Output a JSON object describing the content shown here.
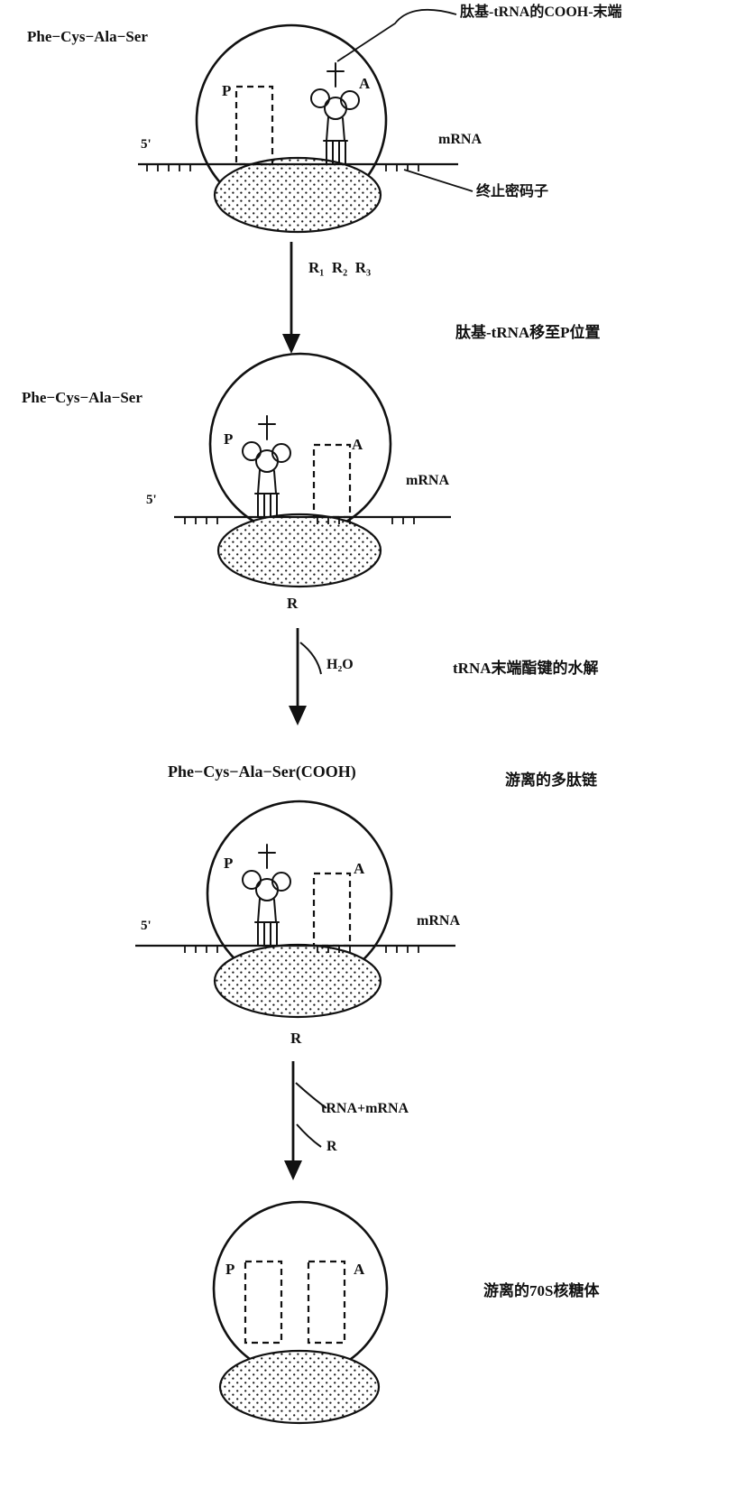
{
  "colors": {
    "ink": "#111111",
    "background": "#ffffff"
  },
  "stages": {
    "s1": {
      "peptide": "Phe−Cys−Ala−Ser",
      "cooh_label": "肽基-tRNA的COOH-末端",
      "p": "P",
      "a": "A",
      "five_prime": "5'",
      "mrna": "mRNA",
      "stop_codon": "终止密码子"
    },
    "step1": {
      "factors": "R₁  R₂  R₃",
      "caption": "肽基-tRNA移至P位置"
    },
    "s2": {
      "peptide": "Phe−Cys−Ala−Ser",
      "p": "P",
      "a": "A",
      "five_prime": "5'",
      "mrna": "mRNA",
      "r": "R"
    },
    "step2": {
      "reagent": "H₂O",
      "caption": "tRNA末端酯键的水解"
    },
    "s3": {
      "peptide": "Phe−Cys−Ala−Ser(COOH)",
      "caption": "游离的多肽链",
      "p": "P",
      "a": "A",
      "five_prime": "5'",
      "mrna": "mRNA",
      "r": "R"
    },
    "step3": {
      "released_a": "tRNA+mRNA",
      "released_b": "R"
    },
    "s4": {
      "p": "P",
      "a": "A",
      "caption": "游离的70S核糖体"
    }
  }
}
